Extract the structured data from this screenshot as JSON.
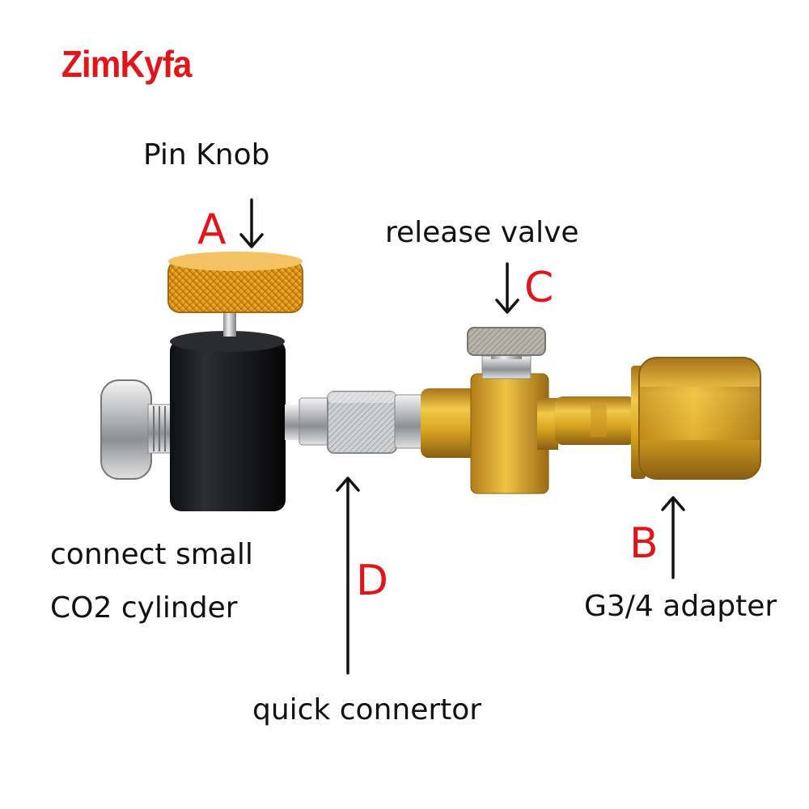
{
  "brand": {
    "text": "ZimKyfa",
    "color": "#e0161b"
  },
  "labels": {
    "pin_knob": "Pin Knob",
    "release_valve": "release valve",
    "connect_line1": "connect small",
    "connect_line2": "CO2 cylinder",
    "quick_connector": "quick connertor",
    "adapter": "G3/4 adapter"
  },
  "letters": {
    "a": "A",
    "b": "B",
    "c": "C",
    "d": "D",
    "color": "#e0161b"
  },
  "parts": {
    "knob_color": "#e8a21e",
    "block_color": "#1c1d20",
    "brass_color": "#d9a521",
    "chrome_color": "#c9cacc"
  }
}
